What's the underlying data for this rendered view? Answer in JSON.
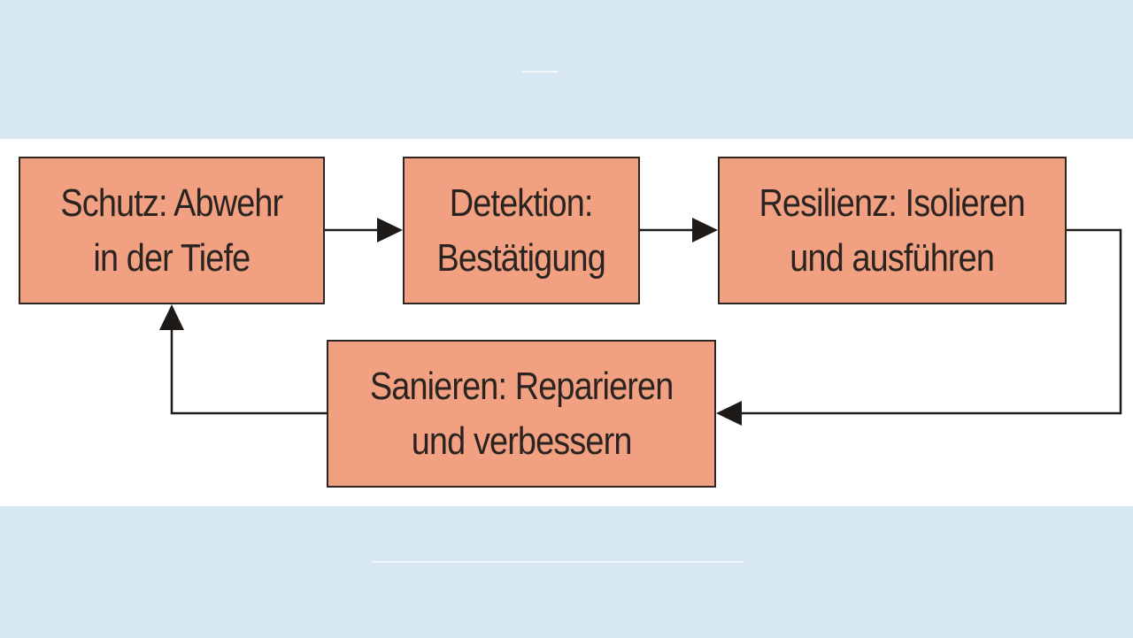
{
  "diagram": {
    "nodes": [
      {
        "id": "schutz",
        "lines": [
          "Schutz: Abwehr",
          "in der Tiefe"
        ]
      },
      {
        "id": "detektion",
        "lines": [
          "Detektion:",
          "Bestätigung"
        ]
      },
      {
        "id": "resilienz",
        "lines": [
          "Resilienz: Isolieren",
          "und ausführen"
        ]
      },
      {
        "id": "sanieren",
        "lines": [
          "Sanieren: Reparieren",
          "und verbessern"
        ]
      }
    ],
    "edges": [
      {
        "from": "schutz",
        "to": "detektion"
      },
      {
        "from": "detektion",
        "to": "resilienz"
      },
      {
        "from": "resilienz",
        "to": "sanieren"
      },
      {
        "from": "sanieren",
        "to": "schutz"
      }
    ],
    "colors": {
      "box_fill": "#f2a082",
      "box_border": "#2e2622",
      "arrow": "#1e1a18",
      "background": "#d8e8f3",
      "panel": "#ffffff"
    }
  }
}
